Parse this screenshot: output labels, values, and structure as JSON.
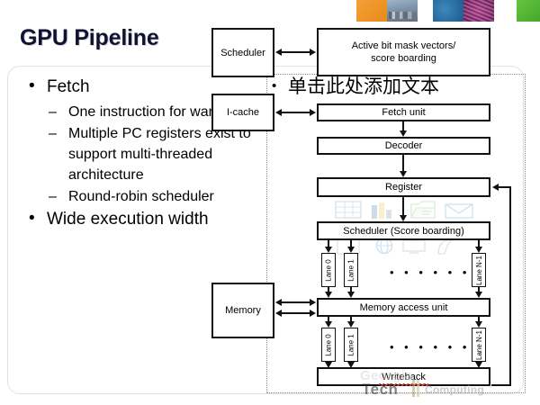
{
  "slide": {
    "title": "GPU Pipeline",
    "title_color": "#101232",
    "panel_border_color": "#e8e2d4"
  },
  "thumbnails": [
    {
      "name": "thumb-orange",
      "color": "#ef9326"
    },
    {
      "name": "thumb-photo-building",
      "color": "#7f95ad"
    },
    {
      "name": "thumb-blue",
      "color": "#2f73a8"
    },
    {
      "name": "thumb-magenta-texture",
      "color": "#8e2a72"
    },
    {
      "name": "thumb-green",
      "color": "#52b633"
    }
  ],
  "bullets": [
    {
      "level": 1,
      "text": "Fetch"
    },
    {
      "level": 2,
      "text": "One instruction for warp"
    },
    {
      "level": 2,
      "text": "Multiple PC registers exist to support multi-threaded architecture"
    },
    {
      "level": 2,
      "text": "Round-robin scheduler"
    },
    {
      "level": 1,
      "text": "Wide execution width"
    }
  ],
  "placeholder": {
    "text": "单击此处添加文本",
    "bullet": "•"
  },
  "diagram": {
    "boxes": [
      {
        "id": "scheduler",
        "label": "Scheduler"
      },
      {
        "id": "icache",
        "label": "I-cache"
      },
      {
        "id": "memory",
        "label": "Memory"
      },
      {
        "id": "active-bitmask",
        "label": "Active bit mask vectors/ score boarding",
        "line1": "Active bit mask vectors/",
        "line2": "score boarding"
      },
      {
        "id": "fetch-unit",
        "label": "Fetch unit"
      },
      {
        "id": "decoder",
        "label": "Decoder"
      },
      {
        "id": "register",
        "label": "Register"
      },
      {
        "id": "scheduler-score",
        "label": "Scheduler (Score boarding)"
      },
      {
        "id": "memory-access",
        "label": "Memory access unit"
      },
      {
        "id": "writeback",
        "label": "Writeback"
      }
    ],
    "lanes_top": [
      {
        "label": "Lane 0"
      },
      {
        "label": "Lane 1"
      },
      {
        "label": "Lane N-1"
      }
    ],
    "lanes_bottom": [
      {
        "label": "Lane 0"
      },
      {
        "label": "Lane 1"
      },
      {
        "label": "Lane N-1"
      }
    ],
    "ellipsis": "• • • • • •"
  },
  "watermark": {
    "tech": "Tech",
    "sub": "Computing",
    "ghost": "Georgia"
  }
}
